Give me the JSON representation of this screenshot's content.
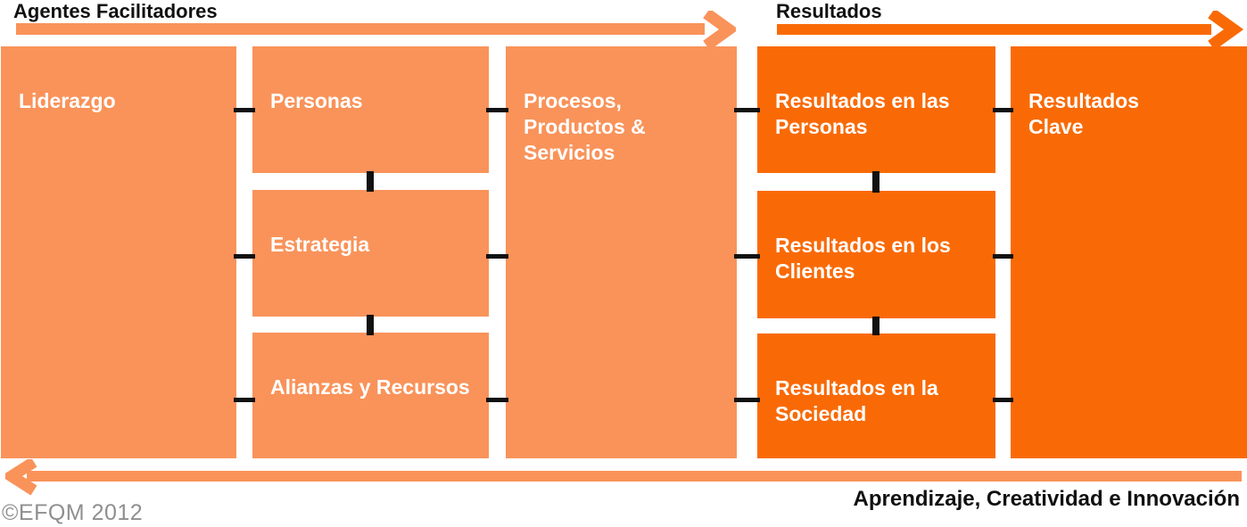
{
  "header": {
    "enablers_label": "Agentes Facilitadores",
    "results_label": "Resultados"
  },
  "boxes": {
    "liderazgo": {
      "label": "Liderazgo"
    },
    "personas": {
      "label": "Personas"
    },
    "estrategia": {
      "label": "Estrategia"
    },
    "alianzas": {
      "label": "Alianzas y Recursos"
    },
    "procesos": {
      "label": "Procesos,\nProductos &\nServicios"
    },
    "res_personas": {
      "label": "Resultados en las\nPersonas"
    },
    "res_clientes": {
      "label": "Resultados en los\nClientes"
    },
    "res_sociedad": {
      "label": "Resultados en la\nSociedad"
    },
    "res_clave": {
      "label": "Resultados\nClave"
    }
  },
  "footer": {
    "learning_label": "Aprendizaje, Creatividad e Innovación",
    "copyright": "©EFQM 2012"
  },
  "colors": {
    "enabler_orange": "#F9935A",
    "result_orange": "#F96A06",
    "connector_black": "#111111",
    "copyright_gray": "#8F8F8F"
  }
}
